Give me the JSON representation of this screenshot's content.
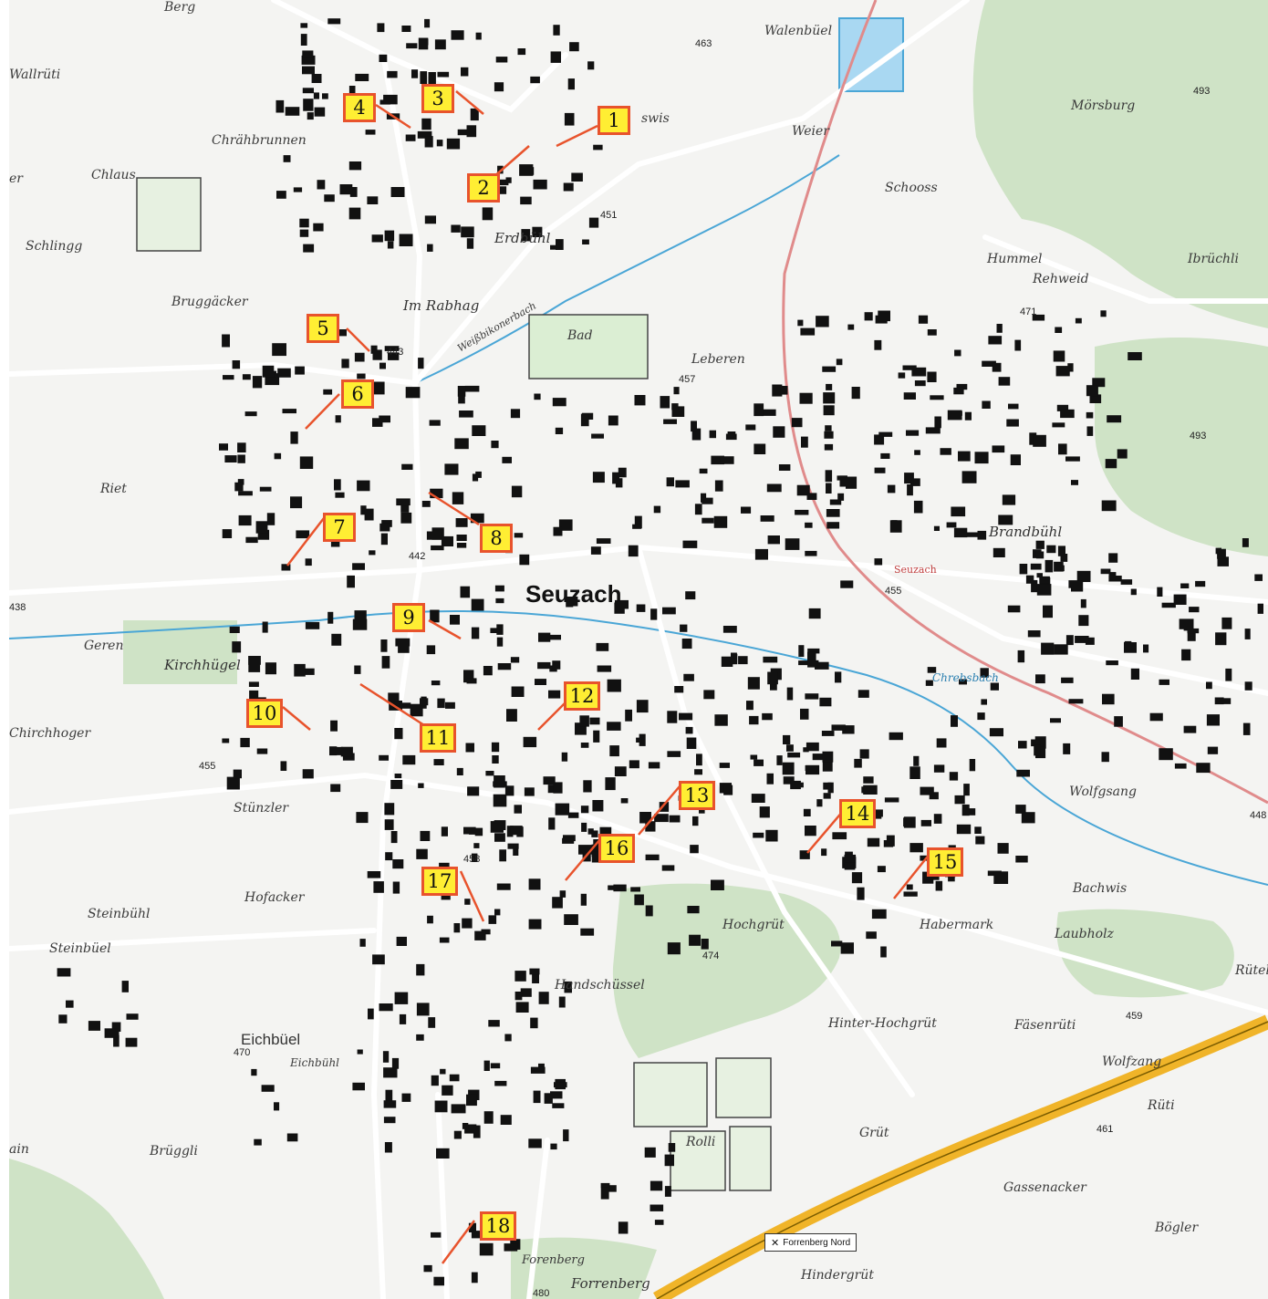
{
  "colors": {
    "background": "#f4f4f2",
    "forest": "#cfe3c6",
    "building": "#111111",
    "road": "#ffffff",
    "water": "#4aa6d6",
    "motorway": "#f0b429",
    "railway": "#e08b8b",
    "marker_fill": "#ffee33",
    "marker_border": "#e8532c"
  },
  "places": [
    {
      "id": "berg",
      "label": "Berg"
    },
    {
      "id": "walenbuel",
      "label": "Walenbüel"
    },
    {
      "id": "wallruti",
      "label": "Wallrüti"
    },
    {
      "id": "morsburg",
      "label": "Mörsburg"
    },
    {
      "id": "weier",
      "label": "Weier"
    },
    {
      "id": "chrahbrunnen",
      "label": "Chrähbrunnen"
    },
    {
      "id": "chlaus",
      "label": "Chlaus"
    },
    {
      "id": "er",
      "label": "er"
    },
    {
      "id": "swis",
      "label": "swis"
    },
    {
      "id": "schooss",
      "label": "Schooss"
    },
    {
      "id": "erdbuhl",
      "label": "Erdbühl"
    },
    {
      "id": "schlingg",
      "label": "Schlingg"
    },
    {
      "id": "hummel",
      "label": "Hummel"
    },
    {
      "id": "rehweid",
      "label": "Rehweid"
    },
    {
      "id": "ibruchli",
      "label": "Ibrüchli"
    },
    {
      "id": "bruggacker",
      "label": "Bruggäcker"
    },
    {
      "id": "imrabhag",
      "label": "Im Rabhag"
    },
    {
      "id": "bad",
      "label": "Bad"
    },
    {
      "id": "leberen",
      "label": "Leberen"
    },
    {
      "id": "weissbach",
      "label": "Weißbikonerbach"
    },
    {
      "id": "riet",
      "label": "Riet"
    },
    {
      "id": "brandbuhl",
      "label": "Brandbühl"
    },
    {
      "id": "seuzach",
      "label": "Seuzach"
    },
    {
      "id": "seuzach_station",
      "label": "Seuzach"
    },
    {
      "id": "geren",
      "label": "Geren"
    },
    {
      "id": "kirchhugel",
      "label": "Kirchhügel"
    },
    {
      "id": "chrebsbach",
      "label": "Chrebsbach"
    },
    {
      "id": "chirchhoger",
      "label": "Chirchhoger"
    },
    {
      "id": "wolfgsang",
      "label": "Wolfgsang"
    },
    {
      "id": "stunzler",
      "label": "Stünzler"
    },
    {
      "id": "hofacker",
      "label": "Hofacker"
    },
    {
      "id": "bachwis",
      "label": "Bachwis"
    },
    {
      "id": "steinbuhl",
      "label": "Steinbühl"
    },
    {
      "id": "steinbuel",
      "label": "Steinbüel"
    },
    {
      "id": "hochgrut",
      "label": "Hochgrüt"
    },
    {
      "id": "habermark",
      "label": "Habermark"
    },
    {
      "id": "laubholz",
      "label": "Laubholz"
    },
    {
      "id": "rutel",
      "label": "Rütel"
    },
    {
      "id": "handschussel",
      "label": "Handschüssel"
    },
    {
      "id": "hinterhochgrut",
      "label": "Hinter-Hochgrüt"
    },
    {
      "id": "fasenruti",
      "label": "Fäsenrüti"
    },
    {
      "id": "eichbuel",
      "label": "Eichbüel"
    },
    {
      "id": "eichbuhl",
      "label": "Eichbühl"
    },
    {
      "id": "wolfzang",
      "label": "Wolfzang"
    },
    {
      "id": "ruti",
      "label": "Rüti"
    },
    {
      "id": "bruggli",
      "label": "Brüggli"
    },
    {
      "id": "ain",
      "label": "ain"
    },
    {
      "id": "rolli",
      "label": "Rolli"
    },
    {
      "id": "grut",
      "label": "Grüt"
    },
    {
      "id": "gassenacker",
      "label": "Gassenacker"
    },
    {
      "id": "bogler",
      "label": "Bögler"
    },
    {
      "id": "forenberg",
      "label": "Forenberg"
    },
    {
      "id": "forrenberg",
      "label": "Forrenberg"
    },
    {
      "id": "hindergrut",
      "label": "Hindergrüt"
    }
  ],
  "elevations": [
    {
      "id": "e463",
      "label": "463"
    },
    {
      "id": "e493a",
      "label": "493"
    },
    {
      "id": "e451",
      "label": "451"
    },
    {
      "id": "e471",
      "label": "471"
    },
    {
      "id": "e443",
      "label": "443"
    },
    {
      "id": "e457",
      "label": "457"
    },
    {
      "id": "e493b",
      "label": "493"
    },
    {
      "id": "e442",
      "label": "442"
    },
    {
      "id": "e438",
      "label": "438"
    },
    {
      "id": "e455a",
      "label": "455"
    },
    {
      "id": "e455b",
      "label": "455"
    },
    {
      "id": "e448",
      "label": "448"
    },
    {
      "id": "e458",
      "label": "458"
    },
    {
      "id": "e474",
      "label": "474"
    },
    {
      "id": "e459",
      "label": "459"
    },
    {
      "id": "e470",
      "label": "470"
    },
    {
      "id": "e461",
      "label": "461"
    },
    {
      "id": "e480",
      "label": "480"
    }
  ],
  "markers": [
    "1",
    "2",
    "3",
    "4",
    "5",
    "6",
    "7",
    "8",
    "9",
    "10",
    "11",
    "12",
    "13",
    "14",
    "15",
    "16",
    "17",
    "18"
  ],
  "sign": {
    "icon": "restaurant-icon",
    "label": "Forrenberg Nord"
  }
}
